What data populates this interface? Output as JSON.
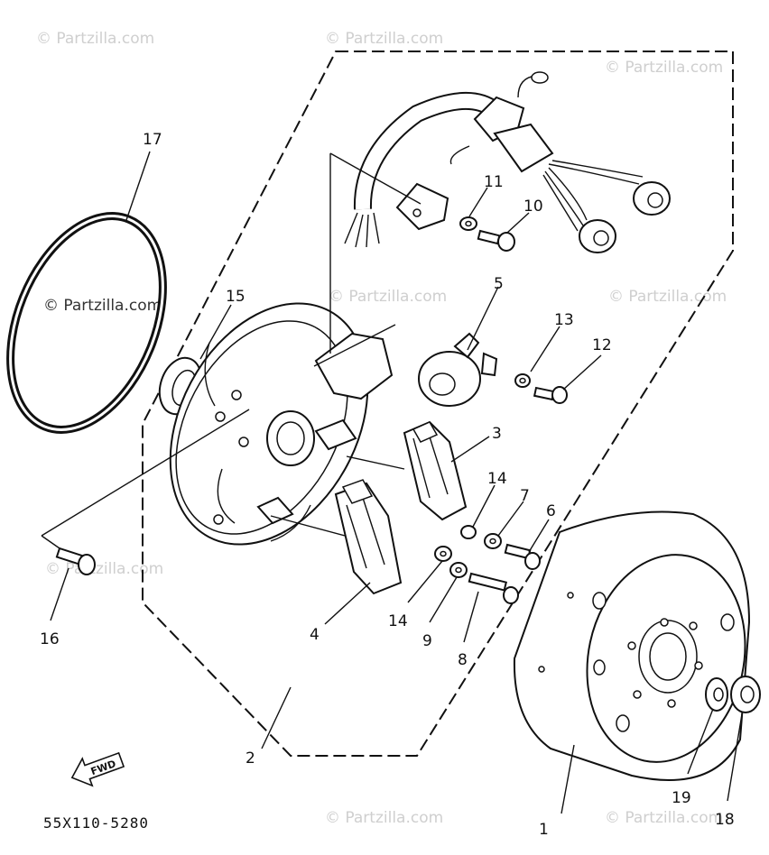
{
  "watermark": "© Partzilla.com",
  "diagram_code": "55X110-5280",
  "direction_label": "FWD",
  "callouts": [
    {
      "id": "c1",
      "label": "1"
    },
    {
      "id": "c2",
      "label": "2"
    },
    {
      "id": "c3",
      "label": "3"
    },
    {
      "id": "c4",
      "label": "4"
    },
    {
      "id": "c5",
      "label": "5"
    },
    {
      "id": "c6",
      "label": "6"
    },
    {
      "id": "c7",
      "label": "7"
    },
    {
      "id": "c8",
      "label": "8"
    },
    {
      "id": "c9",
      "label": "9"
    },
    {
      "id": "c10",
      "label": "10"
    },
    {
      "id": "c11",
      "label": "11"
    },
    {
      "id": "c12",
      "label": "12"
    },
    {
      "id": "c13",
      "label": "13"
    },
    {
      "id": "c14a",
      "label": "14"
    },
    {
      "id": "c14b",
      "label": "14"
    },
    {
      "id": "c15",
      "label": "15"
    },
    {
      "id": "c16",
      "label": "16"
    },
    {
      "id": "c17",
      "label": "17"
    },
    {
      "id": "c18",
      "label": "18"
    },
    {
      "id": "c19",
      "label": "19"
    }
  ]
}
